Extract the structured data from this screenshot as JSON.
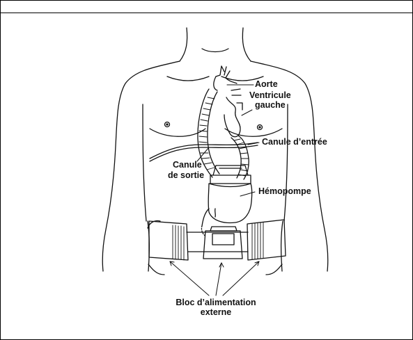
{
  "labels": {
    "aorta": "Aorte",
    "left_ventricle_line1": "Ventricule",
    "left_ventricle_line2": "gauche",
    "inflow_cannula": "Canule d’entrée",
    "outflow_cannula_line1": "Canule",
    "outflow_cannula_line2": "de sortie",
    "pump": "Hémopompe",
    "power_pack_line1": "Bloc d’alimentation",
    "power_pack_line2": "externe"
  },
  "colors": {
    "line": "#111111",
    "background": "#ffffff"
  }
}
